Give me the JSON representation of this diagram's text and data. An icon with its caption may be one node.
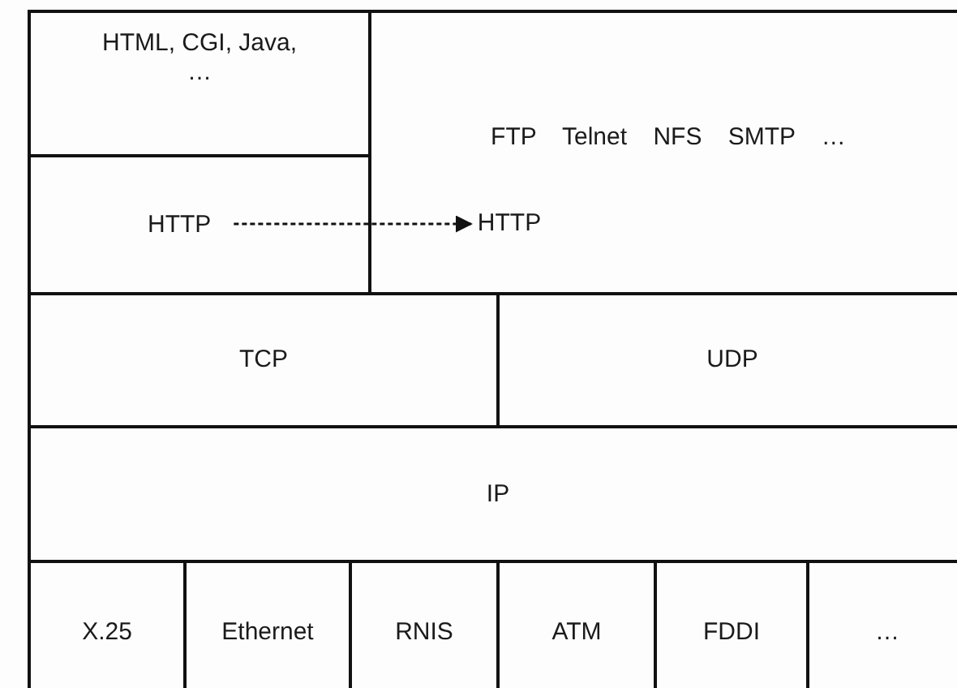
{
  "diagram": {
    "nodes": [
      {
        "text": [
          "HTML, CGI, Java, …"
        ]
      },
      {
        "text": [
          "HTTP"
        ]
      },
      {
        "text": [
          "FTP Telnet NFS SMTP …"
        ]
      },
      {
        "text": [
          "HTTP"
        ],
        "in": 2
      },
      {
        "text": [
          "TCP"
        ]
      },
      {
        "text": [
          "UDP"
        ]
      },
      {
        "text": [
          "IP"
        ]
      },
      {
        "text": [
          "X.25"
        ]
      },
      {
        "text": [
          "Ethernet"
        ]
      },
      {
        "text": [
          "RNIS"
        ]
      },
      {
        "text": [
          "ATM"
        ]
      },
      {
        "text": [
          "FDDI"
        ]
      },
      {
        "text": [
          "…"
        ]
      }
    ],
    "edges": [
      {
        "from": 1,
        "to": 3,
        "arrow": "to",
        "style": "dashed"
      }
    ]
  }
}
